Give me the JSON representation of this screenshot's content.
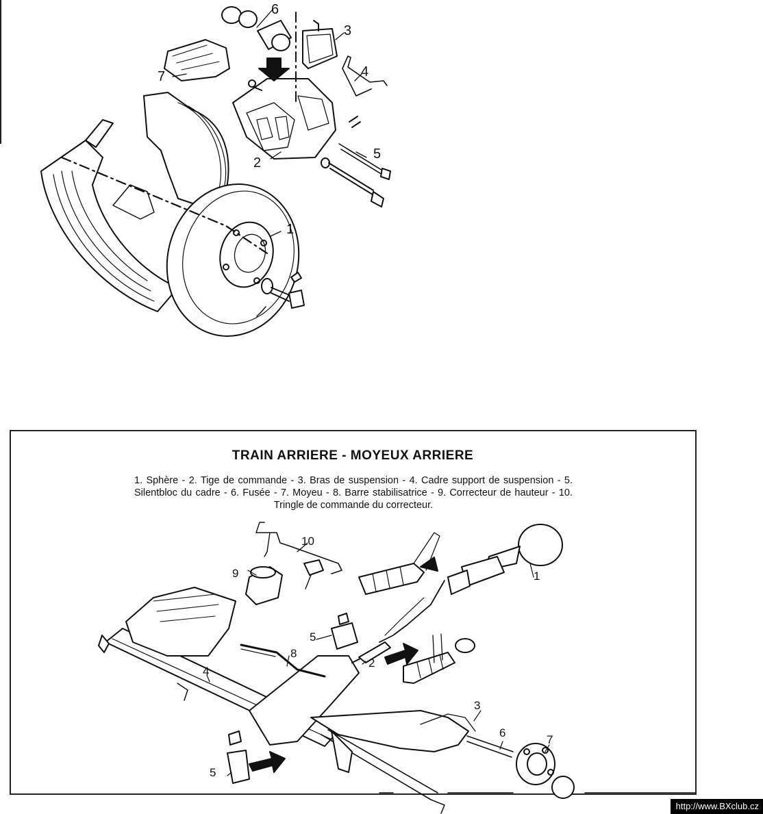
{
  "top_diagram": {
    "callouts": [
      "1",
      "2",
      "3",
      "4",
      "5",
      "6",
      "7"
    ]
  },
  "bottom_diagram": {
    "title": "TRAIN ARRIERE - MOYEUX ARRIERE",
    "legend": "1. Sphère - 2. Tige de commande - 3. Bras de suspension - 4. Cadre support de suspension - 5. Silentbloc du cadre - 6. Fusée - 7. Moyeu - 8. Barre stabilisatrice - 9. Correcteur de hauteur - 10. Tringle de commande du correcteur.",
    "callouts": [
      "1",
      "2",
      "3",
      "4",
      "5",
      "5",
      "6",
      "7",
      "8",
      "9",
      "10"
    ]
  },
  "watermark": "http://www.BXclub.cz"
}
